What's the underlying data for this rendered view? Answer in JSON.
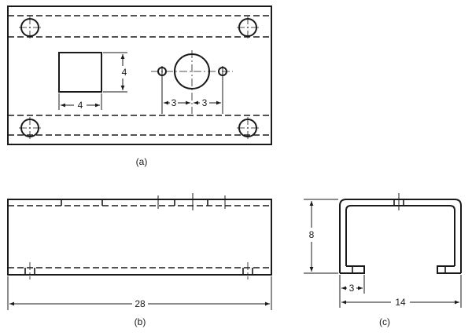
{
  "views": {
    "top": {
      "caption": "(a)",
      "square_dim": "4",
      "square_height_dim": "4",
      "hole_spacing_left": "3",
      "hole_spacing_right": "3"
    },
    "front": {
      "caption": "(b)",
      "length_dim": "28"
    },
    "side": {
      "caption": "(c)",
      "height_dim": "8",
      "flange_dim": "3",
      "width_dim": "14"
    }
  }
}
